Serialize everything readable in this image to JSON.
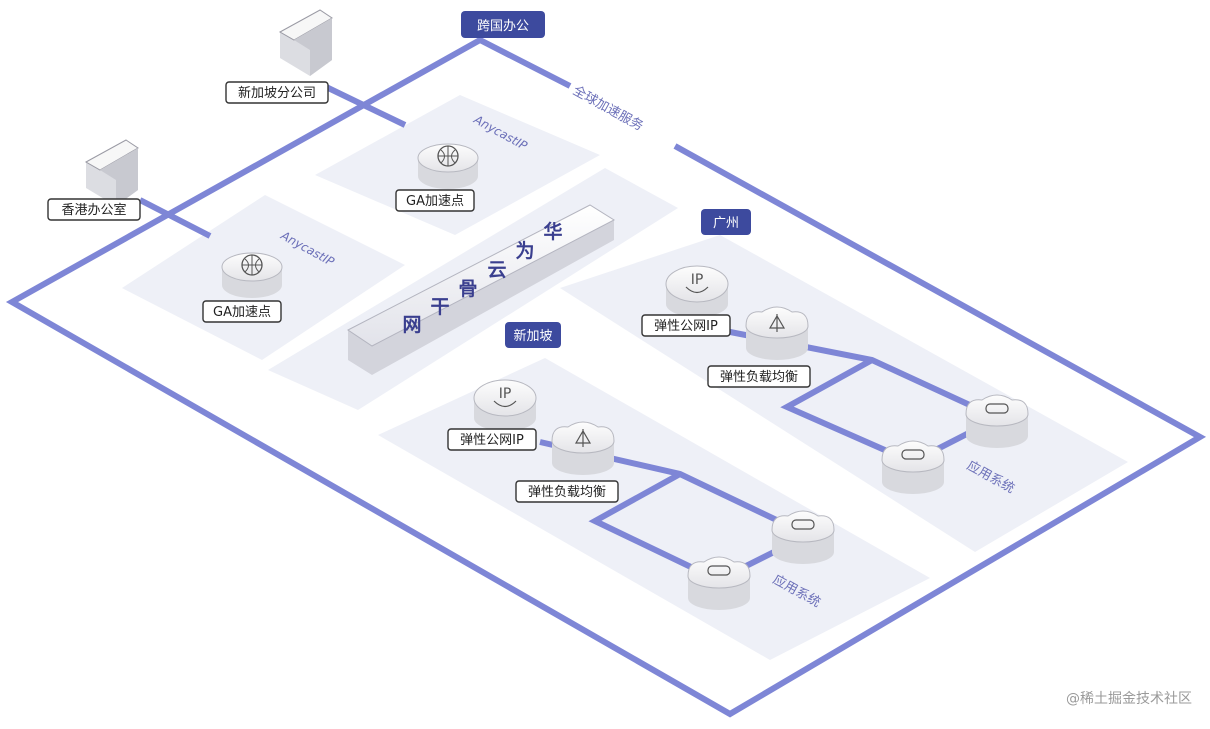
{
  "tags": {
    "cross_border": "跨国办公",
    "guangzhou": "广州",
    "singapore": "新加坡"
  },
  "offices": {
    "singapore_branch": "新加坡分公司",
    "hongkong_office": "香港办公室"
  },
  "global_service": "全球加速服务",
  "anycast": "AnycastIP",
  "ga_point": "GA加速点",
  "backbone": [
    "华",
    "为",
    "云",
    "骨",
    "干",
    "网"
  ],
  "eip": "弹性公网IP",
  "elb": "弹性负载均衡",
  "app_system": "应用系统",
  "watermark": "@稀土掘金技术社区",
  "colors": {
    "line": "#7e86d6",
    "tag_bg": "#3d4a9e",
    "panel": "#eef0f7"
  }
}
